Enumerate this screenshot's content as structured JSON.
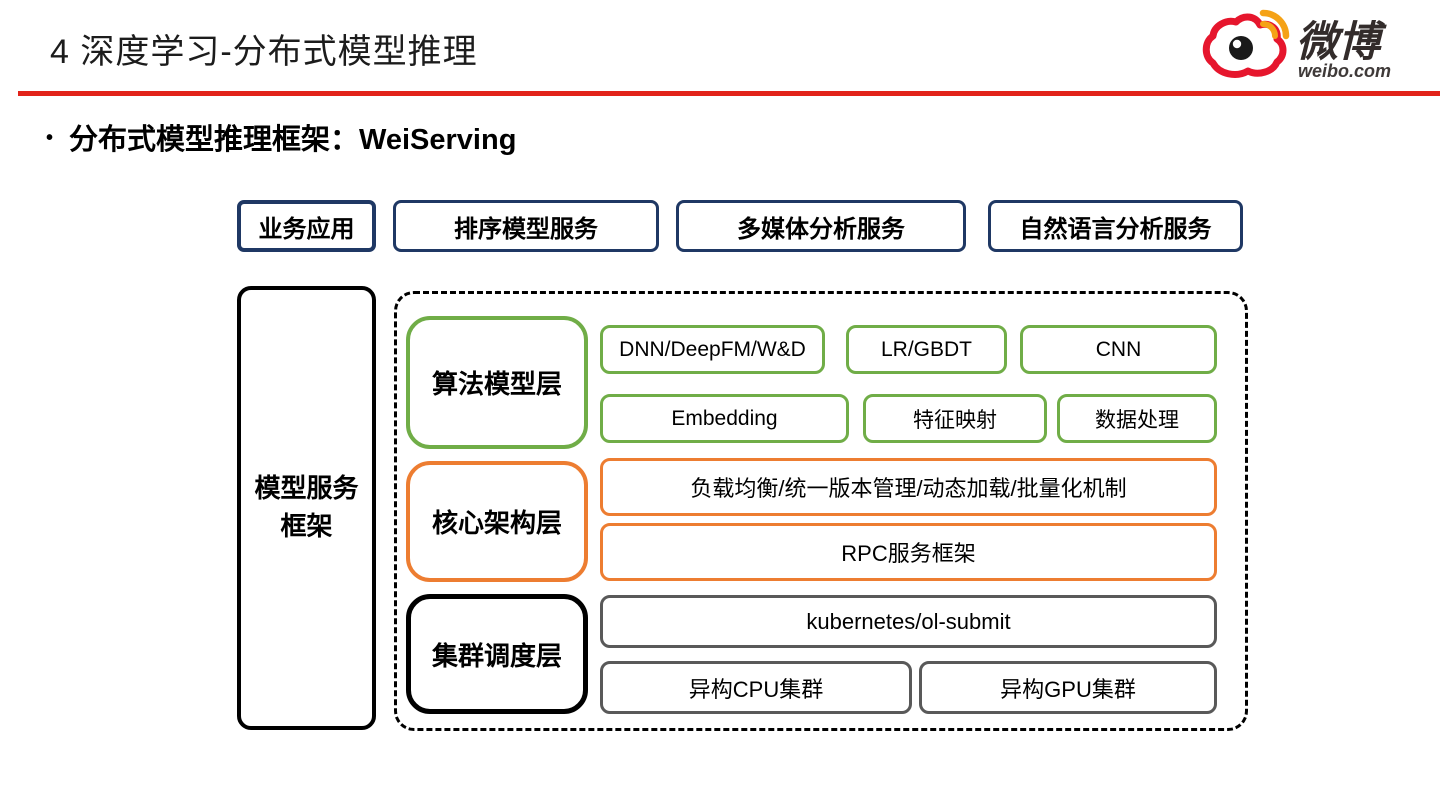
{
  "header": {
    "title": "4 深度学习-分布式模型推理",
    "logo": {
      "wordmark": "微博",
      "domain": "weibo.com"
    }
  },
  "section": {
    "bullet": "•",
    "heading": "分布式模型推理框架：WeiServing"
  },
  "top_services": {
    "business_app": "业务应用",
    "ranking": "排序模型服务",
    "multimedia": "多媒体分析服务",
    "nlp": "自然语言分析服务"
  },
  "framework_box": {
    "line1": "模型服务",
    "line2": "框架"
  },
  "layers": {
    "algorithm": {
      "label": "算法模型层",
      "items": {
        "dnn": "DNN/DeepFM/W&D",
        "lr_gbdt": "LR/GBDT",
        "cnn": "CNN",
        "embedding": "Embedding",
        "feature_mapping": "特征映射",
        "data_processing": "数据处理"
      }
    },
    "core": {
      "label": "核心架构层",
      "items": {
        "load_balance": "负载均衡/统一版本管理/动态加载/批量化机制",
        "rpc": "RPC服务框架"
      }
    },
    "cluster": {
      "label": "集群调度层",
      "items": {
        "kubernetes": "kubernetes/ol-submit",
        "cpu": "异构CPU集群",
        "gpu": "异构GPU集群"
      }
    }
  },
  "colors": {
    "accent_red": "#e2231a",
    "navy": "#1f3864",
    "green": "#70ad47",
    "orange": "#ed7d31",
    "gray": "#595959",
    "black": "#000000",
    "logo_red": "#e6162d",
    "logo_orange": "#f5a216",
    "logo_text": "#332c2b"
  }
}
